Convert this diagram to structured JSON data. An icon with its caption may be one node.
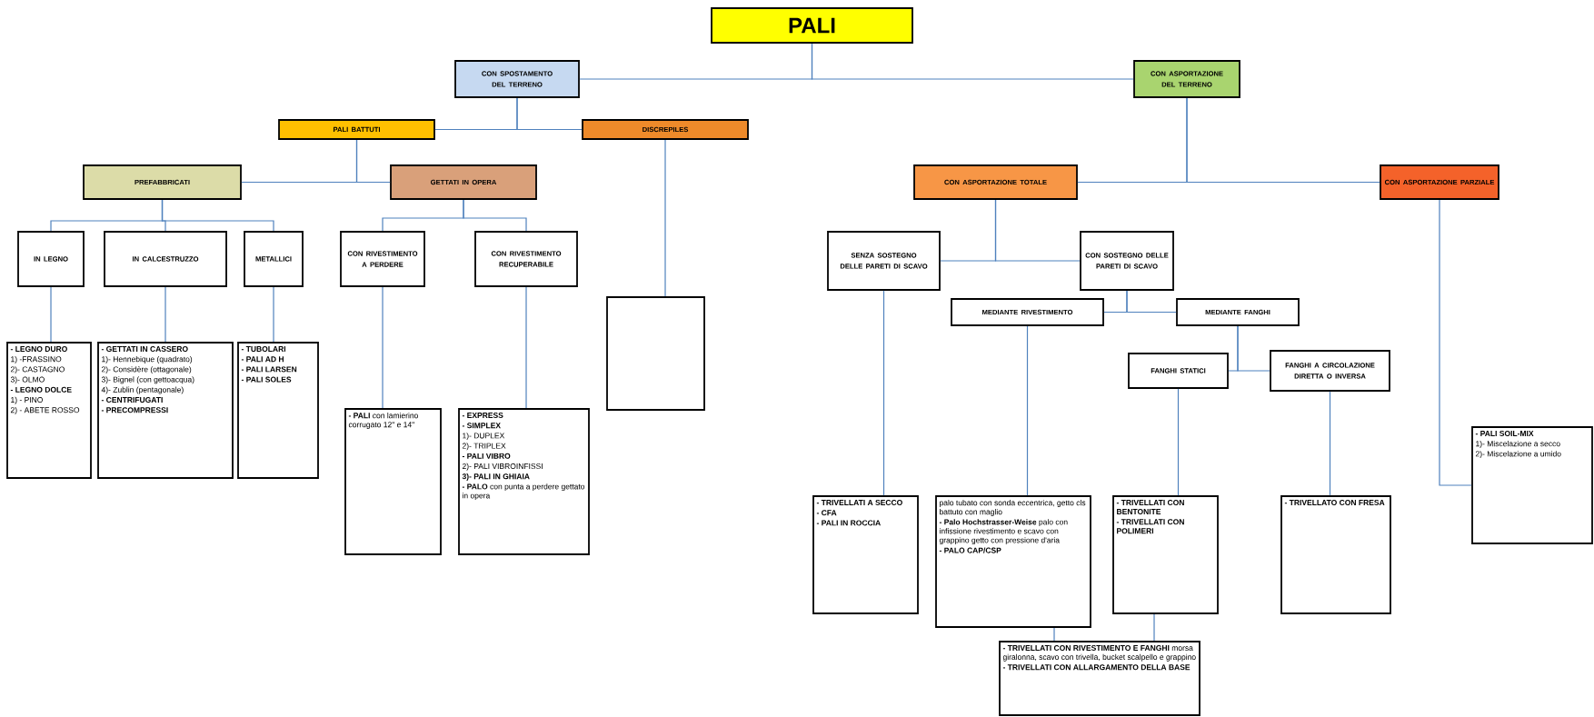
{
  "diagram": {
    "nodes": [
      {
        "text": [
          "PALI"
        ]
      },
      {
        "text": [
          "CON SPOSTAMENTO DEL TERRENO"
        ]
      },
      {
        "text": [
          "CON ASPORTAZIONE DEL TERRENO"
        ]
      },
      {
        "text": [
          "PALI BATTUTI"
        ]
      },
      {
        "text": [
          "DISCREPILES"
        ]
      },
      {
        "text": [
          "PREFABBRICATI"
        ]
      },
      {
        "text": [
          "GETTATI IN OPERA"
        ]
      },
      {
        "text": [
          "IN LEGNO"
        ]
      },
      {
        "text": [
          "IN CALCESTRUZZO"
        ]
      },
      {
        "text": [
          "METALLICI"
        ]
      },
      {
        "text": [
          "CON RIVESTIMENTO A PERDERE"
        ]
      },
      {
        "text": [
          "CON RIVESTIMENTO RECUPERABILE"
        ]
      },
      {
        "text": [
          "CON ASPORTAZIONE TOTALE"
        ]
      },
      {
        "text": [
          "CON ASPORTAZIONE PARZIALE"
        ]
      },
      {
        "text": [
          "SENZA SOSTEGNO DELLE PARETI DI SCAVO"
        ]
      },
      {
        "text": [
          "CON SOSTEGNO DELLE PARETI DI SCAVO"
        ]
      },
      {
        "text": [
          "MEDIANTE RIVESTIMENTO"
        ]
      },
      {
        "text": [
          "MEDIANTE FANGHI"
        ]
      },
      {
        "text": [
          "FANGHI STATICI"
        ]
      },
      {
        "text": [
          "FANGHI A CIRCOLAZIONE DIRETTA O INVERSA"
        ]
      },
      {
        "text": [
          "**- LEGNO DURO**",
          "1) -FRASSINO",
          "2)- CASTAGNO",
          "3)- OLMO",
          "**- LEGNO DOLCE**",
          "1) - PINO",
          "2) - ABETE ROSSO"
        ]
      },
      {
        "text": [
          "**- GETTATI IN CASSERO**",
          "1)- Hennebique (quadrato)",
          "2)- Considère (ottagonale)",
          "3)- Bignel (con gettoacqua)",
          "4)- Zublin (pentagonale)",
          "**- CENTRIFUGATI**",
          "**- PRECOMPRESSI**"
        ]
      },
      {
        "text": [
          "**- TUBOLARI**",
          "**- PALI AD H**",
          "**- PALI LARSEN**",
          "**- PALI SOLES**"
        ]
      },
      {
        "text": [
          "**- PALI** con lamierino corrugato 12\" e 14\""
        ]
      },
      {
        "text": [
          "**- EXPRESS**",
          "**- SIMPLEX**",
          "1)- DUPLEX",
          "2)- TRIPLEX",
          "**- PALI VIBRO**",
          "2)- PALI VIBROINFISSI",
          "**3)- PALI IN GHIAIA**",
          "**- PALO** con punta a perdere gettato in opera"
        ]
      },
      {
        "text": [],
        "shape": "box"
      },
      {
        "text": [
          "**- TRIVELLATI A SECCO**",
          "**- CFA**",
          "**- PALI IN ROCCIA**"
        ]
      },
      {
        "text": [
          "palo tubato con sonda eccentrica, getto cls battuto con maglio",
          "**- Palo Hochstrasser-Weise** palo con infissione rivestimento e scavo con grappino getto con pressione d'aria",
          "**- PALO CAP/CSP**"
        ]
      },
      {
        "text": [
          "**- TRIVELLATI CON BENTONITE**",
          "**- TRIVELLATI CON POLIMERI**"
        ]
      },
      {
        "text": [
          "**- TRIVELLATO CON FRESA**"
        ]
      },
      {
        "text": [
          "**- TRIVELLATI CON RIVESTIMENTO E FANGHI** morsa giralonna, scavo con trivella, bucket scalpello e grappino",
          "**- TRIVELLATI CON ALLARGAMENTO DELLA BASE**"
        ]
      },
      {
        "text": [
          "**- PALI SOIL-MIX**",
          "1)- Miscelazione a secco",
          "2)- Miscelazione a umido"
        ]
      }
    ],
    "edges": [
      {
        "from": 0,
        "to": 1,
        "arrow": "none"
      },
      {
        "from": 0,
        "to": 2,
        "arrow": "none"
      },
      {
        "from": 1,
        "to": 3,
        "arrow": "none"
      },
      {
        "from": 1,
        "to": 4,
        "arrow": "none"
      },
      {
        "from": 3,
        "to": 5,
        "arrow": "none"
      },
      {
        "from": 3,
        "to": 6,
        "arrow": "none"
      },
      {
        "from": 5,
        "to": 7,
        "arrow": "none"
      },
      {
        "from": 5,
        "to": 8,
        "arrow": "none"
      },
      {
        "from": 5,
        "to": 9,
        "arrow": "none"
      },
      {
        "from": 6,
        "to": 10,
        "arrow": "none"
      },
      {
        "from": 6,
        "to": 11,
        "arrow": "none"
      },
      {
        "from": 7,
        "to": 20,
        "arrow": "none"
      },
      {
        "from": 8,
        "to": 21,
        "arrow": "none"
      },
      {
        "from": 9,
        "to": 22,
        "arrow": "none"
      },
      {
        "from": 10,
        "to": 23,
        "arrow": "none"
      },
      {
        "from": 11,
        "to": 24,
        "arrow": "none"
      },
      {
        "from": 4,
        "to": 25,
        "arrow": "none"
      },
      {
        "from": 2,
        "to": 12,
        "arrow": "none"
      },
      {
        "from": 2,
        "to": 13,
        "arrow": "none"
      },
      {
        "from": 12,
        "to": 14,
        "arrow": "none"
      },
      {
        "from": 12,
        "to": 15,
        "arrow": "none"
      },
      {
        "from": 15,
        "to": 16,
        "arrow": "none"
      },
      {
        "from": 15,
        "to": 17,
        "arrow": "none"
      },
      {
        "from": 17,
        "to": 18,
        "arrow": "none"
      },
      {
        "from": 17,
        "to": 19,
        "arrow": "none"
      },
      {
        "from": 14,
        "to": 26,
        "arrow": "none"
      },
      {
        "from": 16,
        "to": 27,
        "arrow": "none"
      },
      {
        "from": 18,
        "to": 28,
        "arrow": "none"
      },
      {
        "from": 19,
        "to": 29,
        "arrow": "none"
      },
      {
        "from": 13,
        "to": 31,
        "arrow": "none"
      },
      {
        "from": 27,
        "to": 30,
        "arrow": "none"
      },
      {
        "from": 28,
        "to": 30,
        "arrow": "none"
      }
    ]
  }
}
